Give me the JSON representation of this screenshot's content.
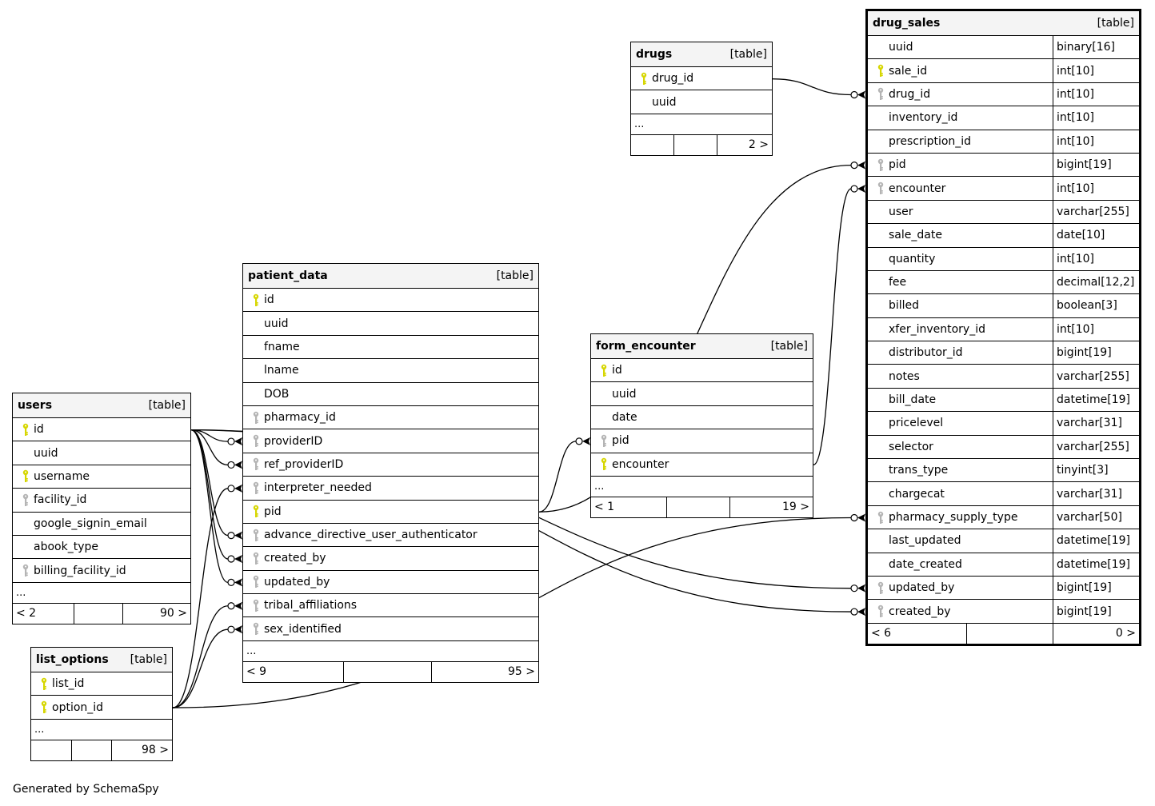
{
  "diagram": {
    "footer": "Generated by SchemaSpy",
    "colors": {
      "pk_key": "#d6d600",
      "fk_key": "#b4b4b4",
      "header_bg": "#f4f4f4",
      "line": "#000000"
    },
    "tables": {
      "drug_sales": {
        "name": "drug_sales",
        "kind": "[table]",
        "columns": [
          {
            "name": "uuid",
            "type": "binary[16]",
            "key": ""
          },
          {
            "name": "sale_id",
            "type": "int[10]",
            "key": "pk"
          },
          {
            "name": "drug_id",
            "type": "int[10]",
            "key": "fk"
          },
          {
            "name": "inventory_id",
            "type": "int[10]",
            "key": ""
          },
          {
            "name": "prescription_id",
            "type": "int[10]",
            "key": ""
          },
          {
            "name": "pid",
            "type": "bigint[19]",
            "key": "fk"
          },
          {
            "name": "encounter",
            "type": "int[10]",
            "key": "fk"
          },
          {
            "name": "user",
            "type": "varchar[255]",
            "key": ""
          },
          {
            "name": "sale_date",
            "type": "date[10]",
            "key": ""
          },
          {
            "name": "quantity",
            "type": "int[10]",
            "key": ""
          },
          {
            "name": "fee",
            "type": "decimal[12,2]",
            "key": ""
          },
          {
            "name": "billed",
            "type": "boolean[3]",
            "key": ""
          },
          {
            "name": "xfer_inventory_id",
            "type": "int[10]",
            "key": ""
          },
          {
            "name": "distributor_id",
            "type": "bigint[19]",
            "key": ""
          },
          {
            "name": "notes",
            "type": "varchar[255]",
            "key": ""
          },
          {
            "name": "bill_date",
            "type": "datetime[19]",
            "key": ""
          },
          {
            "name": "pricelevel",
            "type": "varchar[31]",
            "key": ""
          },
          {
            "name": "selector",
            "type": "varchar[255]",
            "key": ""
          },
          {
            "name": "trans_type",
            "type": "tinyint[3]",
            "key": ""
          },
          {
            "name": "chargecat",
            "type": "varchar[31]",
            "key": ""
          },
          {
            "name": "pharmacy_supply_type",
            "type": "varchar[50]",
            "key": "fk"
          },
          {
            "name": "last_updated",
            "type": "datetime[19]",
            "key": ""
          },
          {
            "name": "date_created",
            "type": "datetime[19]",
            "key": ""
          },
          {
            "name": "updated_by",
            "type": "bigint[19]",
            "key": "fk"
          },
          {
            "name": "created_by",
            "type": "bigint[19]",
            "key": "fk"
          }
        ],
        "ellipsis": "",
        "footer": {
          "parents": "< 6",
          "mid": "",
          "children": "0 >"
        }
      },
      "drugs": {
        "name": "drugs",
        "kind": "[table]",
        "columns": [
          {
            "name": "drug_id",
            "key": "pk"
          },
          {
            "name": "uuid",
            "key": ""
          }
        ],
        "ellipsis": "...",
        "footer": {
          "parents": "",
          "mid": "",
          "children": "2 >"
        }
      },
      "patient_data": {
        "name": "patient_data",
        "kind": "[table]",
        "columns": [
          {
            "name": "id",
            "key": "pk"
          },
          {
            "name": "uuid",
            "key": ""
          },
          {
            "name": "fname",
            "key": ""
          },
          {
            "name": "lname",
            "key": ""
          },
          {
            "name": "DOB",
            "key": ""
          },
          {
            "name": "pharmacy_id",
            "key": "fk"
          },
          {
            "name": "providerID",
            "key": "fk"
          },
          {
            "name": "ref_providerID",
            "key": "fk"
          },
          {
            "name": "interpreter_needed",
            "key": "fk"
          },
          {
            "name": "pid",
            "key": "pk"
          },
          {
            "name": "advance_directive_user_authenticator",
            "key": "fk"
          },
          {
            "name": "created_by",
            "key": "fk"
          },
          {
            "name": "updated_by",
            "key": "fk"
          },
          {
            "name": "tribal_affiliations",
            "key": "fk"
          },
          {
            "name": "sex_identified",
            "key": "fk"
          }
        ],
        "ellipsis": "...",
        "footer": {
          "parents": "< 9",
          "mid": "",
          "children": "95 >"
        }
      },
      "form_encounter": {
        "name": "form_encounter",
        "kind": "[table]",
        "columns": [
          {
            "name": "id",
            "key": "pk"
          },
          {
            "name": "uuid",
            "key": ""
          },
          {
            "name": "date",
            "key": ""
          },
          {
            "name": "pid",
            "key": "fk"
          },
          {
            "name": "encounter",
            "key": "pk"
          }
        ],
        "ellipsis": "...",
        "footer": {
          "parents": "< 1",
          "mid": "",
          "children": "19 >"
        }
      },
      "users": {
        "name": "users",
        "kind": "[table]",
        "columns": [
          {
            "name": "id",
            "key": "pk"
          },
          {
            "name": "uuid",
            "key": ""
          },
          {
            "name": "username",
            "key": "pk"
          },
          {
            "name": "facility_id",
            "key": "fk"
          },
          {
            "name": "google_signin_email",
            "key": ""
          },
          {
            "name": "abook_type",
            "key": ""
          },
          {
            "name": "billing_facility_id",
            "key": "fk"
          }
        ],
        "ellipsis": "...",
        "footer": {
          "parents": "< 2",
          "mid": "",
          "children": "90 >"
        }
      },
      "list_options": {
        "name": "list_options",
        "kind": "[table]",
        "columns": [
          {
            "name": "list_id",
            "key": "pk"
          },
          {
            "name": "option_id",
            "key": "pk"
          }
        ],
        "ellipsis": "...",
        "footer": {
          "parents": "",
          "mid": "",
          "children": "98 >"
        }
      }
    },
    "relationships": [
      {
        "from": "drugs.drug_id",
        "to": "drug_sales.drug_id"
      },
      {
        "from": "patient_data.pid",
        "to": "drug_sales.pid"
      },
      {
        "from": "form_encounter.encounter",
        "to": "drug_sales.encounter"
      },
      {
        "from": "list_options.option_id",
        "to": "drug_sales.pharmacy_supply_type"
      },
      {
        "from": "users.id",
        "to": "drug_sales.updated_by"
      },
      {
        "from": "users.id",
        "to": "drug_sales.created_by"
      },
      {
        "from": "patient_data.pid",
        "to": "form_encounter.pid"
      },
      {
        "from": "users.id",
        "to": "patient_data.providerID"
      },
      {
        "from": "users.id",
        "to": "patient_data.ref_providerID"
      },
      {
        "from": "list_options.option_id",
        "to": "patient_data.interpreter_needed"
      },
      {
        "from": "users.id",
        "to": "patient_data.advance_directive_user_authenticator"
      },
      {
        "from": "users.id",
        "to": "patient_data.created_by"
      },
      {
        "from": "users.id",
        "to": "patient_data.updated_by"
      },
      {
        "from": "list_options.option_id",
        "to": "patient_data.tribal_affiliations"
      },
      {
        "from": "list_options.option_id",
        "to": "patient_data.sex_identified"
      }
    ]
  }
}
